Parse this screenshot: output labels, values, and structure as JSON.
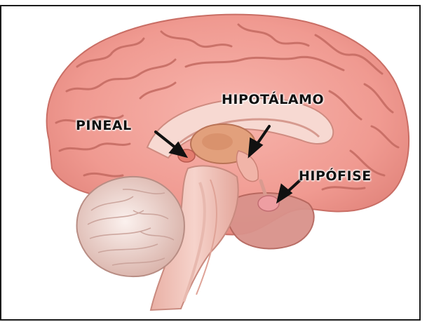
{
  "labels": {
    "pineal": "PINEAL",
    "hipotalamo": "HIPOTÁLAMO",
    "hipofise": "HIPÓFISE"
  },
  "colors": {
    "cerebrum": "#f4a49c",
    "cerebrum_shadow": "#d9786f",
    "cerebellum": "#f1ddd6",
    "brainstem": "#f2c6bb",
    "arrow": "#111111"
  }
}
